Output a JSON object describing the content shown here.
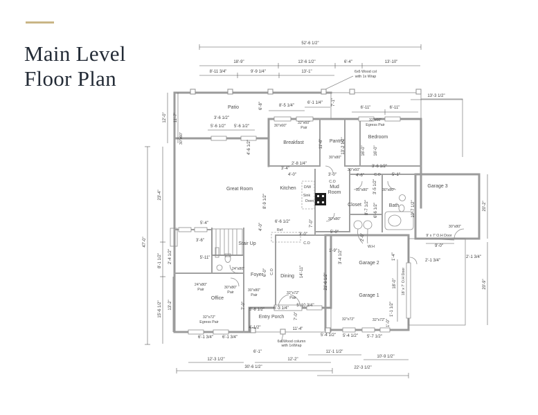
{
  "header": {
    "accent_color": "#c9b586",
    "title_line1": "Main Level",
    "title_line2": "Floor Plan"
  },
  "rooms": {
    "patio": "Patio",
    "breakfast": "Breakfast",
    "pantry": "Pantry",
    "bedroom": "Bedroom",
    "great_room": "Great Room",
    "kitchen": "Kitchen",
    "mud1": "Mud",
    "mud2": "Room",
    "closet": "Closet",
    "bath": "Bath",
    "garage3": "Garage 3",
    "stair_up": "Stair Up",
    "office": "Office",
    "foyer": "Foyer",
    "dining": "Dining",
    "garage2": "Garage 2",
    "garage1": "Garage 1",
    "entry_porch": "Entry Porch"
  },
  "fixtures": {
    "dw": "D/W",
    "sink": "Sink",
    "oven": "Oven",
    "ref": "Ref",
    "wh": "W.H",
    "co": "C.O"
  },
  "openings": {
    "w30_60": "30\"x60\"",
    "w32_60": "32\"x60\"",
    "d30_80": "30\"x80\"",
    "d24_80": "24\"x80\"",
    "d32_72": "32\"x72\"",
    "pair": "Pair",
    "egress_pair": "Egress Pair"
  },
  "notes": {
    "col_top1": "6x6 Wood col",
    "col_top2": "with 1x Wrap",
    "col_bot1": "6x6Wood column",
    "col_bot2": "with 1xWrap",
    "oh9": "9' x 7' O.H Door",
    "oh18": "18' x 7' O.H Door"
  },
  "dims": {
    "overall_w": "52'-6 1/2\"",
    "w18_9": "18'-9\"",
    "w13_6": "13'-6 1/2\"",
    "w6_4": "6'-4\"",
    "w13_10": "13'-10\"",
    "w8_11": "8'-11 3/4\"",
    "w9_9": "9'-9 1/4\"",
    "w13_1": "13'-1\"",
    "w13_3": "13'-3 1/2\"",
    "h12_0": "12'-0\"",
    "h11_7": "11'-7\"",
    "overall_h": "47'-0\"",
    "h23_4": "23'-4\"",
    "h8_1": "8'-1 1/2\"",
    "h2_4": "2'-4 1/2\"",
    "h15_6": "15'-6 1/2\"",
    "h13_2": "13'-2\"",
    "h20_2": "20'-2\"",
    "h20_9": "20'-9\"",
    "w2_1a": "2'-1 3/4\"",
    "w2_1b": "2'-1 3/4\"",
    "p3_6": "3'-6 1/2\"",
    "p5_6a": "5'-6 1/2\"",
    "p5_6b": "5'-6 1/2\"",
    "p6_8": "6'-8\"",
    "p4_6": "4'-6 1/2\"",
    "b8_5": "8'-5 1/4\"",
    "b6_1": "6'-1 1/4\"",
    "b7_1": "7'-1\"",
    "b11_6": "11'-6\"",
    "b13_2": "13'-2 1/2\"",
    "b2_8": "2'-8 1/4\"",
    "b3_4": "3'-4\"",
    "b4_0": "4'-0\"",
    "b3_0": "3'-0\"",
    "n6_11a": "6'-11\"",
    "n6_11b": "6'-11\"",
    "bd16a": "16'-0\"",
    "bd16b": "16'-0\"",
    "bd3_6": "3'-6 1/2\"",
    "bd4_6": "4'-6\"",
    "bd5_1": "5'-1\"",
    "bd3_5": "3'-5 1/2\"",
    "cl8_7": "8'-7 1/2\"",
    "cl6_6": "6'-6 1/2\"",
    "ba10_7": "10'-7 1/2\"",
    "wh2_0": "2'-0\"",
    "g8_9": "8'-9 1/2\"",
    "g4_0": "4'-0\"",
    "g6_6": "6'-6 1/2\"",
    "g5_4": "5'-4\"",
    "g3_6": "3'-6\"",
    "k7_0": "7'-0\"",
    "k3_0": "3'-0\"",
    "k5_0": "5'-0\"",
    "k1_9": "1'-9\"",
    "k3_4": "3'-4 1/2\"",
    "s5_11": "5'-11\"",
    "o7_0": "7'-0\"",
    "f6_0": "6'-0\"",
    "d14_11": "14'-11\"",
    "d21_6": "21'-6 1/2\"",
    "pr5_8": "5'-8 1/2\"",
    "pr6_3": "6'-3 1/4\"",
    "pr5_10": "5'-10 3/4\"",
    "pr7_0": "7'-0\"",
    "pr11_4": "11'-4\"",
    "pr4_0": "4'-1/2\"",
    "ga18_0": "18'-0\"",
    "ga1_4": "1'-4\"",
    "ga1_1": "1'-1 1/2\"",
    "ga1_0": "1'-0\"",
    "ga5_4a": "5'-4 1/2\"",
    "ga5_4b": "5'-4 1/2\"",
    "ga5_7": "5'-7 1/2\"",
    "ga10_9": "10'-9 1/2\"",
    "ga22_3": "22'-3 1/2\"",
    "ga11_1": "11'-1 1/2\"",
    "bo6_1a": "6'-1 3/4\"",
    "bo6_1b": "6'-1 3/4\"",
    "bo12_3": "12'-3 1/2\"",
    "bo30_6": "30'-6 1/2\"",
    "bo6_1": "6'-1\"",
    "bo12_2": "12'-2\"",
    "g3_9_0": "9'-0\""
  }
}
